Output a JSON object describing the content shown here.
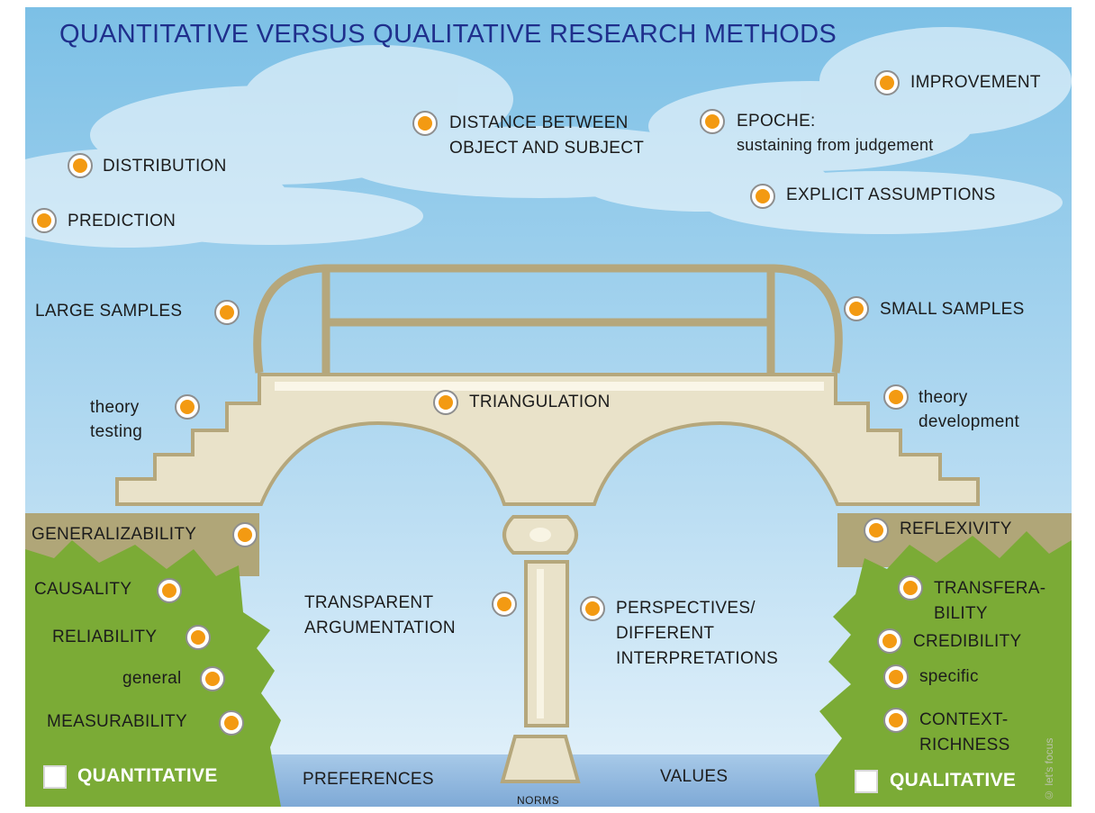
{
  "title": "QUANTITATIVE VERSUS QUALITATIVE RESEARCH METHODS",
  "colors": {
    "title": "#1f2f8c",
    "sky_top": "#7cc0e6",
    "sky_bottom": "#d6ecf8",
    "bridge": "#e9e2c9",
    "bridge_outline": "#b5a77c",
    "grass": "#7bab36",
    "ground": "#b0a678",
    "water": "#8fb8df",
    "dot": "#f39a12"
  },
  "sky_labels": {
    "distribution": "DISTRIBUTION",
    "prediction": "PREDICTION",
    "distance": "DISTANCE BETWEEN\nOBJECT AND SUBJECT",
    "epoche_title": "EPOCHE:",
    "epoche_sub": "sustaining from judgement",
    "improvement": "IMPROVEMENT",
    "explicit": "EXPLICIT ASSUMPTIONS"
  },
  "bridge_labels": {
    "large_samples": "LARGE SAMPLES",
    "small_samples": "SMALL SAMPLES",
    "theory_testing": "theory\ntesting",
    "triangulation": "TRIANGULATION",
    "theory_development": "theory\ndevelopment",
    "transparent": "TRANSPARENT\nARGUMENTATION",
    "perspectives": "PERSPECTIVES/\nDIFFERENT\nINTERPRETATIONS"
  },
  "quantitative": {
    "heading": "QUANTITATIVE",
    "items": [
      "GENERALIZABILITY",
      "CAUSALITY",
      "RELIABILITY",
      "general",
      "MEASURABILITY"
    ]
  },
  "qualitative": {
    "heading": "QUALITATIVE",
    "items": [
      "REFLEXIVITY",
      "TRANSFERA-\nBILITY",
      "CREDIBILITY",
      "specific",
      "CONTEXT-\nRICHNESS"
    ]
  },
  "foundation": {
    "preferences": "PREFERENCES",
    "norms": "NORMS",
    "values": "VALUES"
  },
  "watermark": "© let's focus"
}
